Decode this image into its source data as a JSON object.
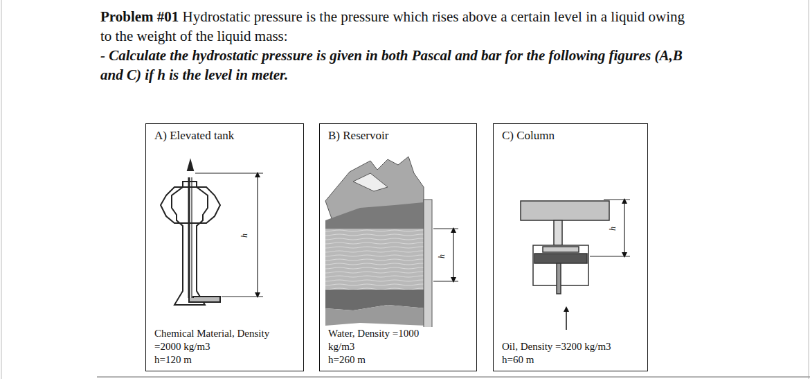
{
  "diagram": {
    "nodes": [
      {
        "text": [
          "A) Elevated tank",
          "Chemical Material, Density =2000 kg/m3",
          "h=120 m"
        ]
      },
      {
        "text": [
          "B) Reservoir",
          "Water, Density =1000 kg/m3",
          "h=260 m"
        ]
      },
      {
        "text": [
          "C) Column",
          "Oil, Density =3200 kg/m3",
          "h=60 m"
        ]
      }
    ],
    "labels": [
      "Problem #01",
      "Hydrostatic pressure is the pressure which rises above a certain level in a liquid owing to the weight of the liquid mass:",
      "- Calculate the hydrostatic pressure is given in both Pascal and bar for the following figures (A,B and C) if h is the level in meter.",
      "h",
      "h",
      "h"
    ]
  }
}
